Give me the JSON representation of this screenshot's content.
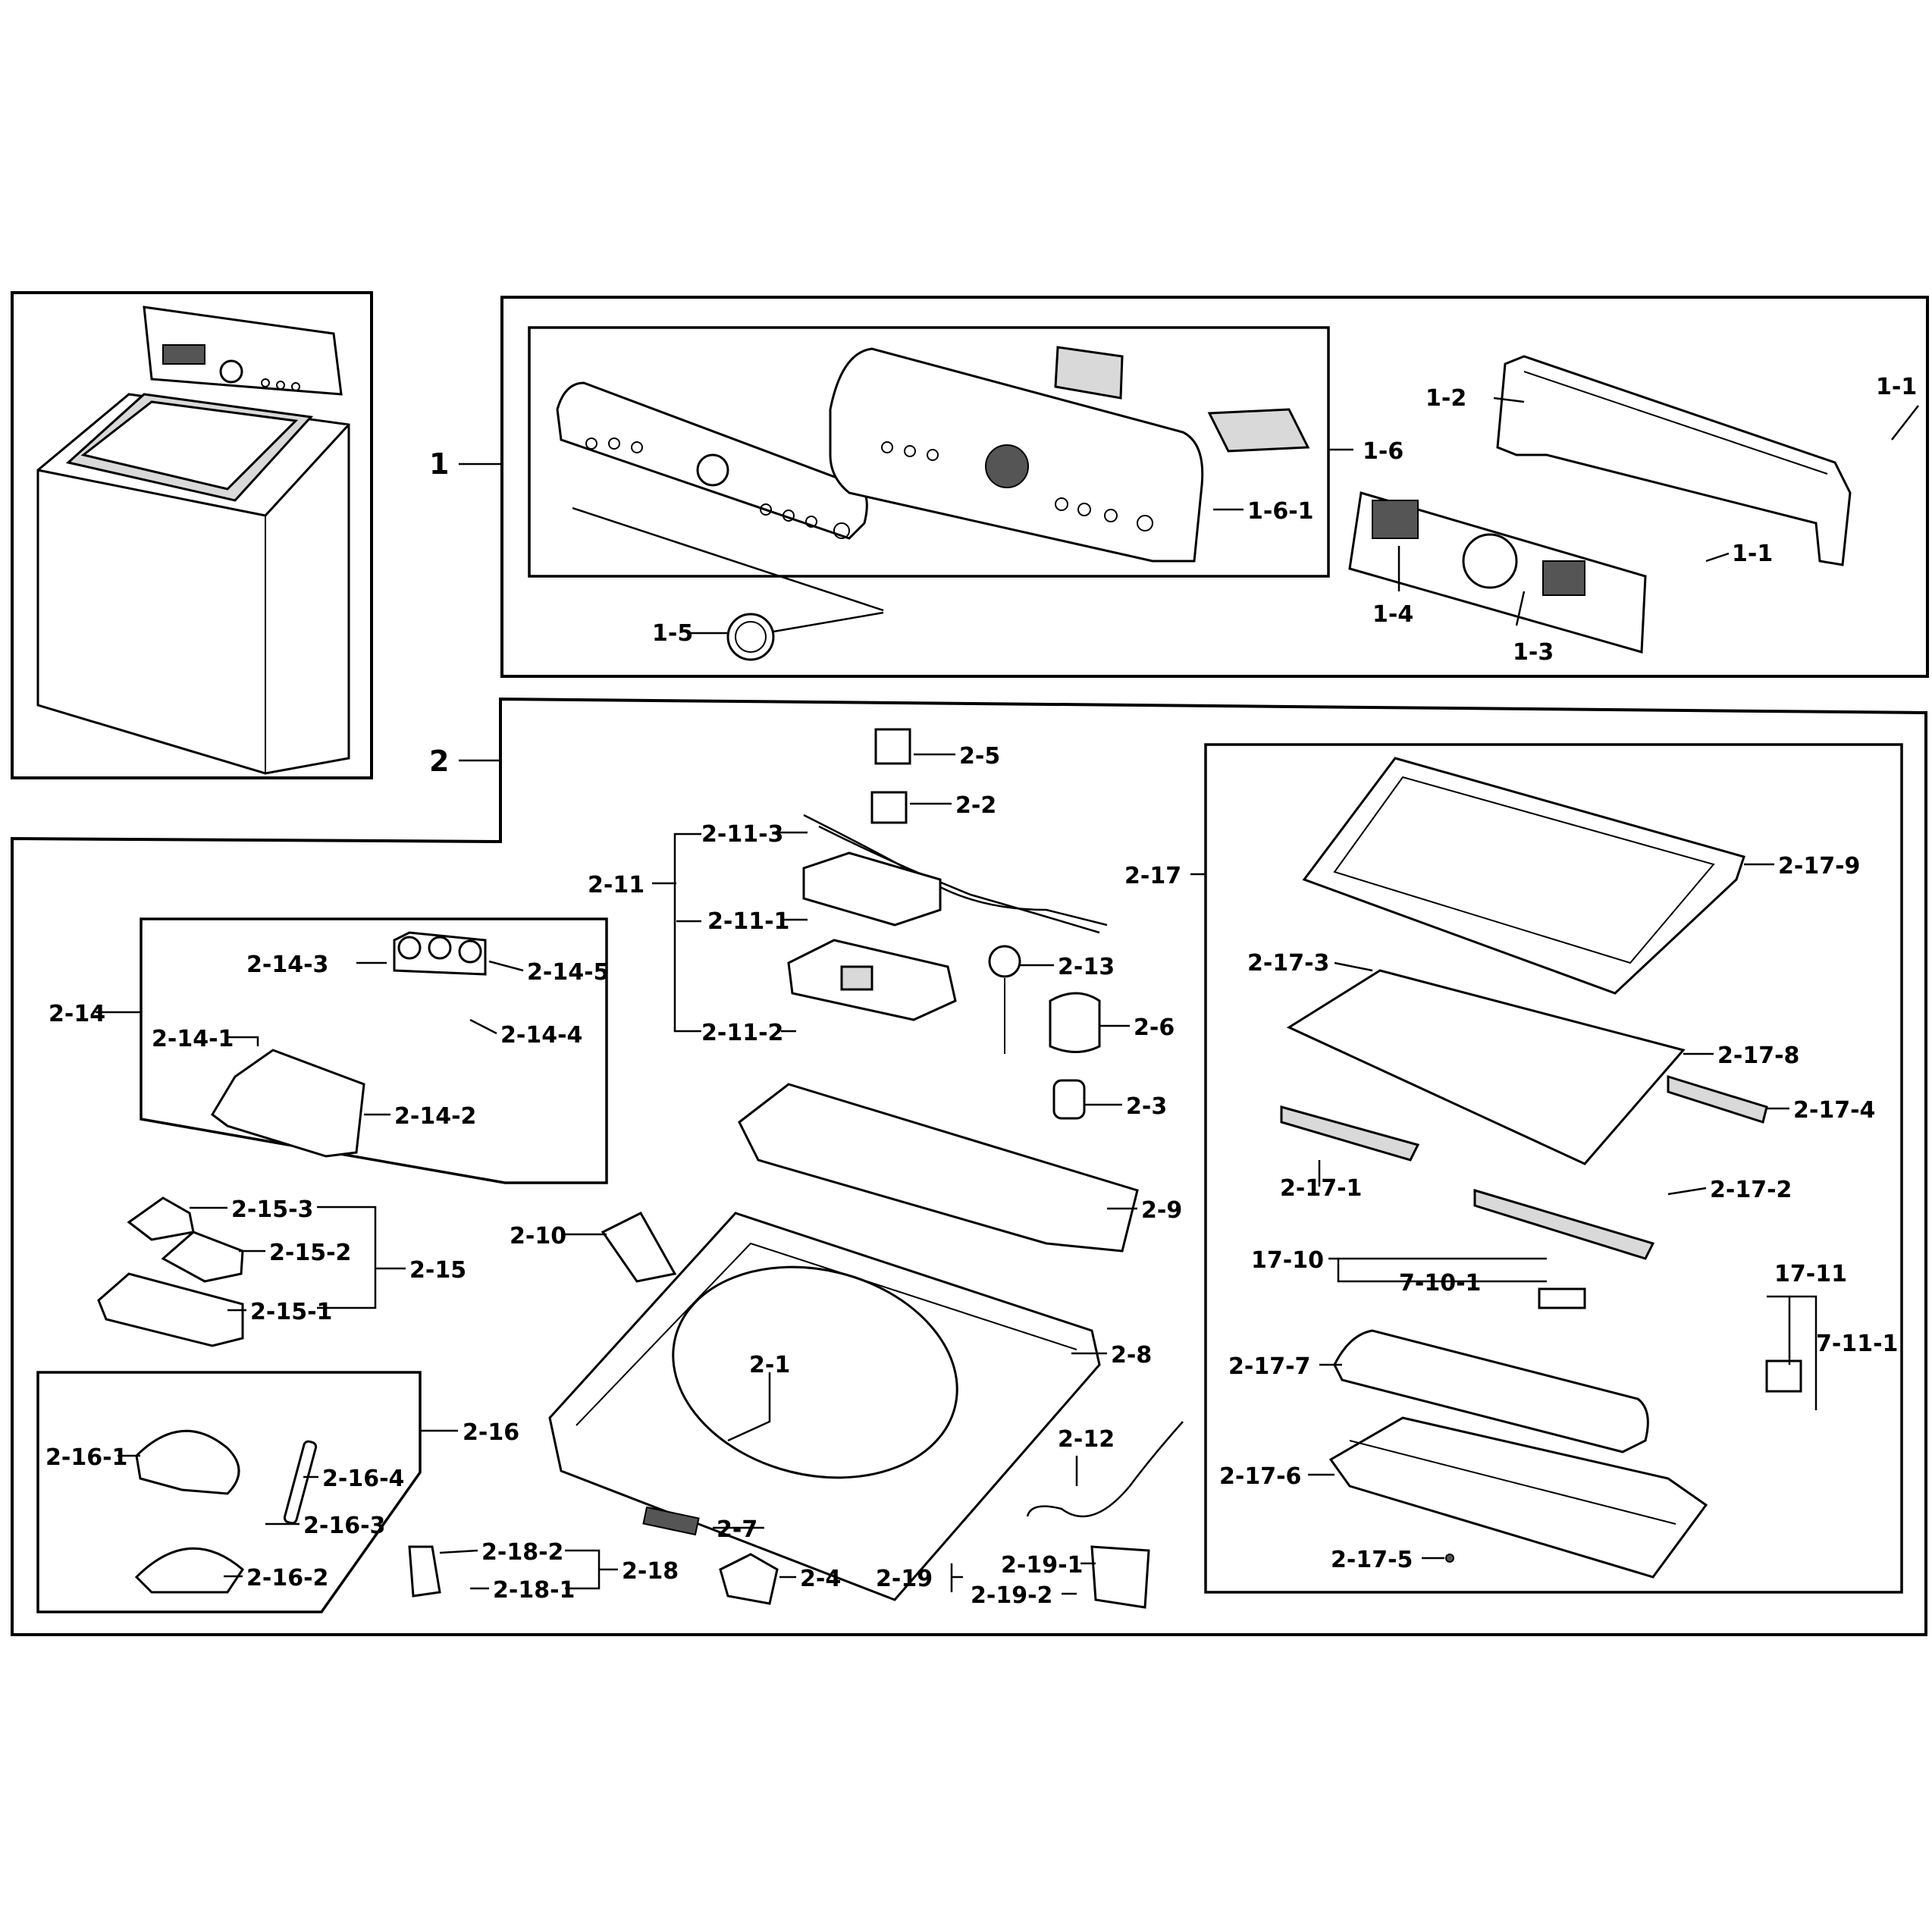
{
  "labels": {
    "sec1": "1",
    "sec2": "2",
    "p1_1a": "1-1",
    "p1_1b": "1-1",
    "p1_2": "1-2",
    "p1_3": "1-3",
    "p1_4": "1-4",
    "p1_5": "1-5",
    "p1_6": "1-6",
    "p1_6_1": "1-6-1",
    "p2_1": "2-1",
    "p2_2": "2-2",
    "p2_3": "2-3",
    "p2_4": "2-4",
    "p2_5": "2-5",
    "p2_6": "2-6",
    "p2_7": "2-7",
    "p2_8": "2-8",
    "p2_9": "2-9",
    "p2_10": "2-10",
    "p2_11": "2-11",
    "p2_11_1": "2-11-1",
    "p2_11_2": "2-11-2",
    "p2_11_3": "2-11-3",
    "p2_12": "2-12",
    "p2_13": "2-13",
    "p2_14": "2-14",
    "p2_14_1": "2-14-1",
    "p2_14_2": "2-14-2",
    "p2_14_3": "2-14-3",
    "p2_14_4": "2-14-4",
    "p2_14_5": "2-14-5",
    "p2_15": "2-15",
    "p2_15_1": "2-15-1",
    "p2_15_2": "2-15-2",
    "p2_15_3": "2-15-3",
    "p2_16": "2-16",
    "p2_16_1": "2-16-1",
    "p2_16_2": "2-16-2",
    "p2_16_3": "2-16-3",
    "p2_16_4": "2-16-4",
    "p2_17": "2-17",
    "p2_17_1": "2-17-1",
    "p2_17_2": "2-17-2",
    "p2_17_3": "2-17-3",
    "p2_17_4": "2-17-4",
    "p2_17_5": "2-17-5",
    "p2_17_6": "2-17-6",
    "p2_17_7": "2-17-7",
    "p2_17_8": "2-17-8",
    "p2_17_9": "2-17-9",
    "p17_10": "17-10",
    "p7_10_1": "7-10-1",
    "p17_11": "17-11",
    "p7_11_1": "7-11-1",
    "p2_18": "2-18",
    "p2_18_1": "2-18-1",
    "p2_18_2": "2-18-2",
    "p2_19": "2-19",
    "p2_19_1": "2-19-1",
    "p2_19_2": "2-19-2"
  }
}
